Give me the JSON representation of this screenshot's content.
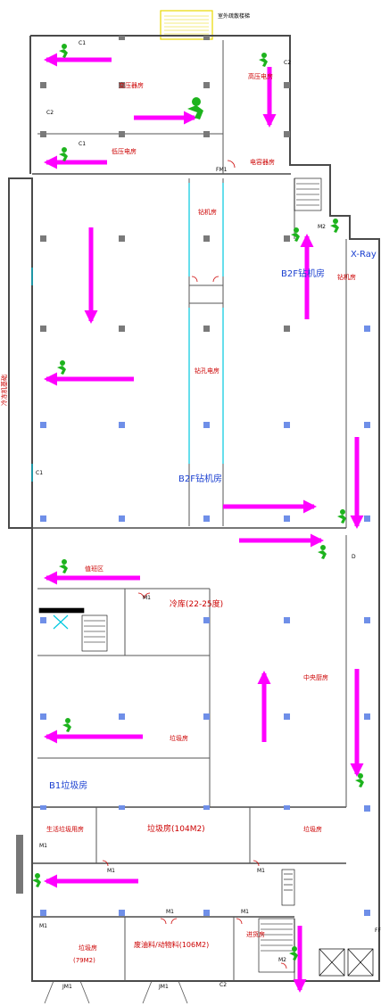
{
  "top": {
    "title": "室外疏散楼梯"
  },
  "rooms": {
    "transformer": "变压器房",
    "hv_power": "高压电房",
    "lv_power": "低压电房",
    "capacitor": "电容器房",
    "drill_room": "钻机房",
    "drill_room_b2f": "B2F钻机房",
    "drill_room_right": "钻机房",
    "drill_power": "钻孔电房",
    "b2f_drill_bottom": "B2F钻机房",
    "xray": "X-Ray",
    "chiller_vert": "冷冻机基础",
    "duty": "值班区",
    "cold_storage": "冷库(22-25度)",
    "central_kitchen": "中央厨房",
    "garbage_mid": "垃圾房",
    "b1_garbage": "B1垃圾房",
    "domestic_waste": "生活垃圾用房",
    "garbage_104": "垃圾房(104M2)",
    "garbage_right": "垃圾房",
    "garbage_79_line1": "垃圾房",
    "garbage_79_line2": "(79M2)",
    "waste_oil": "废油料/动物料(106M2)",
    "receiving": "进货房"
  },
  "tags": {
    "c1": "C1",
    "c2": "C2",
    "fm1": "FM1",
    "m1": "M1",
    "m2": "M2",
    "jm1": "JM1",
    "ff": "FF",
    "d": "D"
  },
  "colors": {
    "wall": "#4a4a4a",
    "column": "#7a7a7a",
    "column_blue": "#6f8fe8",
    "arrow": "#ff00ff",
    "exit_sign": "#1db31d",
    "door": "#cc0000",
    "stair": "#000000",
    "highlight": "#f5ea00",
    "cyan": "#00c8e0"
  }
}
